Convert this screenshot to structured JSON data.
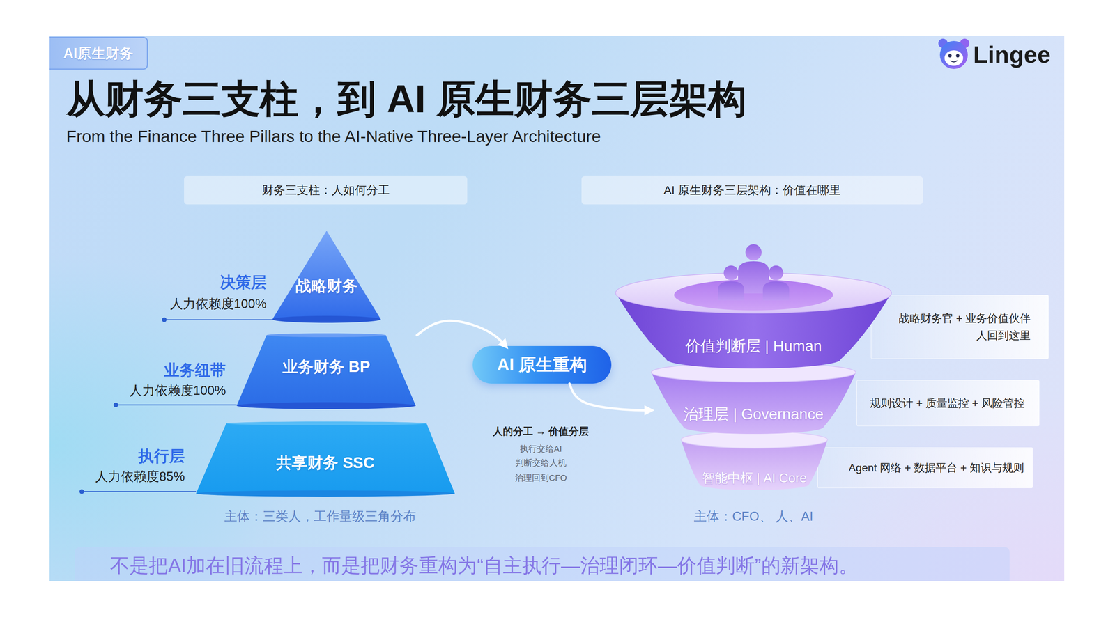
{
  "diagram": {
    "title": "从财务三支柱，到 AI 原生财务三层架构",
    "nodes": [
      {
        "text": [
          "AI原生财务"
        ]
      },
      {
        "text": [
          "财务三支柱：人如何分工"
        ]
      },
      {
        "text": [
          "AI 原生财务三层架构：价值在哪里"
        ]
      },
      {
        "text": [
          "战略财务"
        ]
      },
      {
        "text": [
          "业务财务 BP"
        ]
      },
      {
        "text": [
          "共享财务 SSC"
        ]
      },
      {
        "text": [
          "AI 原生重构"
        ]
      },
      {
        "text": [
          "价值判断层 | Human"
        ]
      },
      {
        "text": [
          "战略财务官 + 业务价值伙伴 人回到这里"
        ]
      },
      {
        "text": [
          "治理层 | Governance"
        ]
      },
      {
        "text": [
          "规则设计 + 质量监控 + 风险管控"
        ]
      },
      {
        "text": [
          "智能中枢 | AI Core"
        ]
      },
      {
        "text": [
          "Agent 网络 + 数据平台 + 知识与规则"
        ]
      },
      {
        "text": [
          "不是把AI加在旧流程上，而是把财务重构为“自主执行—治理闭环—价值判断”的新架构。"
        ]
      }
    ],
    "edges": [
      {
        "from": 4,
        "to": 6,
        "arrow": "to"
      },
      {
        "from": 6,
        "to": 9,
        "arrow": "to"
      }
    ],
    "labels": [
      "Lingee",
      "From the Finance Three Pillars to the AI-Native Three-Layer Architecture",
      "决策层",
      "人力依赖度100%",
      "业务纽带",
      "人力依赖度100%",
      "执行层",
      "人力依赖度85%",
      "人的分工 → 价值分层",
      "执行交给AI",
      "判断交给人机",
      "治理回到CFO",
      "主体：三类人，工作量级三角分布",
      "主体：CFO、 人、AI"
    ]
  }
}
